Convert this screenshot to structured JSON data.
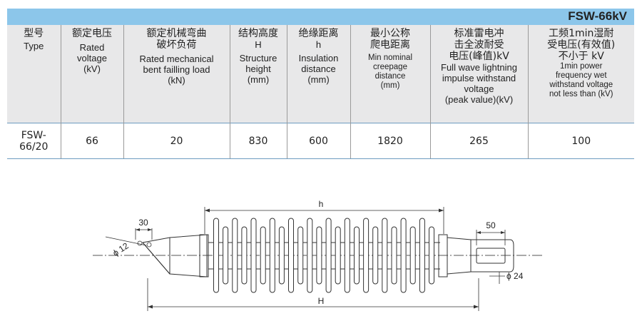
{
  "banner": {
    "title": "FSW-66kV"
  },
  "table": {
    "headers": [
      {
        "zh": "型号",
        "en": [
          "Type"
        ]
      },
      {
        "zh": "额定电压",
        "en": [
          "Rated",
          "voltage",
          "(kV)"
        ]
      },
      {
        "zh": "额定机械弯曲破坏负荷",
        "zh_lines": [
          "额定机械弯曲",
          "破坏负荷"
        ],
        "en": [
          "Rated mechanical",
          "bent  failling load",
          "(kN)"
        ]
      },
      {
        "zh": "结构高度",
        "sym": "H",
        "en": [
          "Structure",
          "height",
          "(mm)"
        ]
      },
      {
        "zh": "绝缘距离",
        "sym": "h",
        "en": [
          "Insulation",
          "distance",
          "(mm)"
        ]
      },
      {
        "zh_lines": [
          "最小公称",
          "爬电距离"
        ],
        "en_small": [
          "Min nominal",
          "creepage",
          "distance",
          "(mm)"
        ]
      },
      {
        "zh_lines": [
          "标准雷电冲",
          "击全波耐受",
          "电压(峰值)kV"
        ],
        "en": [
          "Full wave lightning",
          "impulse  withstand",
          "voltage",
          "(peak value)(kV)"
        ]
      },
      {
        "zh_lines": [
          "工频1min湿耐",
          "受电压(有效值)",
          "不小于 kV"
        ],
        "en_small": [
          "1min power",
          "frequency wet",
          "withstand voltage",
          "not less than (kV)"
        ]
      }
    ],
    "row": {
      "type_lines": [
        "FSW-",
        "66/20"
      ],
      "rated_voltage": "66",
      "bending_load": "20",
      "structure_height": "830",
      "insulation_distance": "600",
      "creepage_distance": "1820",
      "lightning_impulse": "265",
      "power_frequency": "100"
    }
  },
  "drawing": {
    "dim_30": "30",
    "dim_phi12": "ϕ 12",
    "dim_h": "h",
    "dim_H": "H",
    "dim_50": "50",
    "dim_phi24": "ϕ 24",
    "colors": {
      "line": "#333333",
      "centerline": "#555555"
    }
  }
}
